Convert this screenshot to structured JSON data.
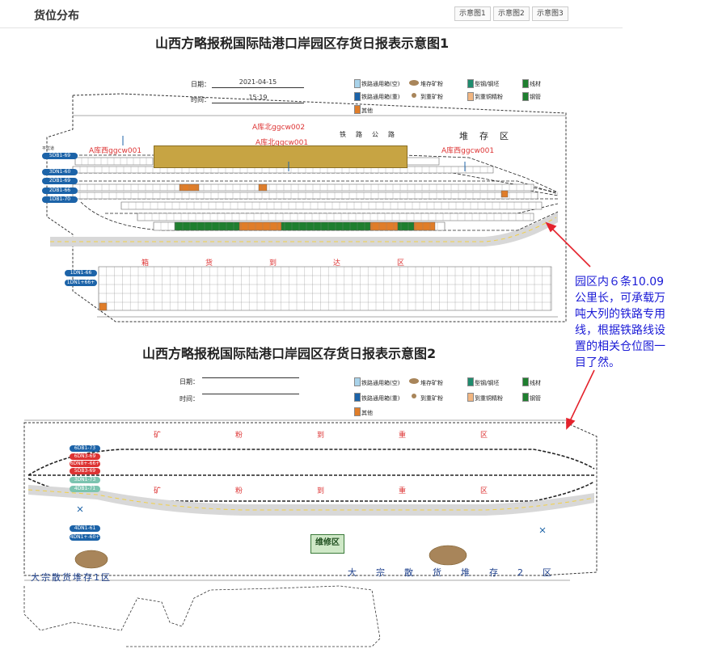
{
  "header": {
    "title": "货位分布",
    "tabs": [
      "示意图1",
      "示意图2",
      "示意图3"
    ]
  },
  "diagram1": {
    "title": "山西方略报税国际陆港口岸园区存货日报表示意图1",
    "date_label": "日期：",
    "date_value": "2021-04-15",
    "time_label": "时间：",
    "time_value": "15:19",
    "legend": [
      {
        "label": "铁路通用箱(空)",
        "color": "#a9d3ea"
      },
      {
        "label": "堆存矿粉",
        "color": "#a8855a",
        "shape": "oval"
      },
      {
        "label": "型钢/钢坯",
        "color": "#1e8c6e"
      },
      {
        "label": "线材",
        "color": "#1f7f2f"
      },
      {
        "label": "铁路通用箱(重)",
        "color": "#1c63a8"
      },
      {
        "label": "到重矿粉",
        "color": "#a8855a",
        "shape": "dot"
      },
      {
        "label": "到重铜精粉",
        "color": "#f2b681"
      },
      {
        "label": "钢管",
        "color": "#1f7f2f"
      },
      {
        "label": "其他",
        "color": "#e07d29"
      }
    ],
    "warehouse_labels": [
      "A库北ggcw002",
      "A库北ggcw001",
      "A库西ggcw001",
      "A库西ggcw001"
    ],
    "road_label": "铁路公路",
    "storage_label": "堆存区",
    "tracks": [
      "5DB1-69",
      "3DN1-60",
      "2DB1-69",
      "2DB1-66",
      "1DB1-70"
    ],
    "arrival_zone": "箱货到达区",
    "arrival_tracks": [
      "1DN1-66",
      "1DN1+66+"
    ],
    "left_label": "平过道"
  },
  "diagram2": {
    "title": "山西方略报税国际陆港口岸园区存货日报表示意图2",
    "date_label": "日期：",
    "time_label": "时间：",
    "legend": [
      {
        "label": "铁路通用箱(空)",
        "color": "#a9d3ea"
      },
      {
        "label": "堆存矿粉",
        "color": "#a8855a",
        "shape": "oval"
      },
      {
        "label": "型钢/钢坯",
        "color": "#1e8c6e"
      },
      {
        "label": "线材",
        "color": "#1f7f2f"
      },
      {
        "label": "铁路通用箱(重)",
        "color": "#1c63a8"
      },
      {
        "label": "到重矿粉",
        "color": "#a8855a",
        "shape": "dot"
      },
      {
        "label": "到重铜精粉",
        "color": "#f2b681"
      },
      {
        "label": "钢管",
        "color": "#1f7f2f"
      },
      {
        "label": "其他",
        "color": "#e07d29"
      }
    ],
    "tracks_top": [
      {
        "label": "6DB1-73",
        "color": "#1c63a8"
      },
      {
        "label": "6DN3-69",
        "color": "#d33"
      },
      {
        "label": "6DN8+-66+",
        "color": "#d33"
      },
      {
        "label": "5DB3-69",
        "color": "#d33"
      },
      {
        "label": "3DN1-73",
        "color": "#7cc4b0"
      },
      {
        "label": "4DB1-71",
        "color": "#7cc4b0"
      }
    ],
    "tracks_bottom": [
      {
        "label": "4DN1-61",
        "color": "#1c63a8"
      },
      {
        "label": "4DN1+-60+",
        "color": "#1c63a8"
      }
    ],
    "zone_top": "矿粉到重区",
    "zone_mid": "矿粉到重区",
    "repair_label": "维修区",
    "bulk_zone_1": "大宗散货堆存1区",
    "bulk_zone_2": "大宗散货堆存2区"
  },
  "annotation": [
    "园区内６条10.09",
    "公里长，可承载万",
    "吨大列的铁路专用",
    "线，根据铁路线设",
    "置的相关仓位图一",
    "目了然。"
  ]
}
